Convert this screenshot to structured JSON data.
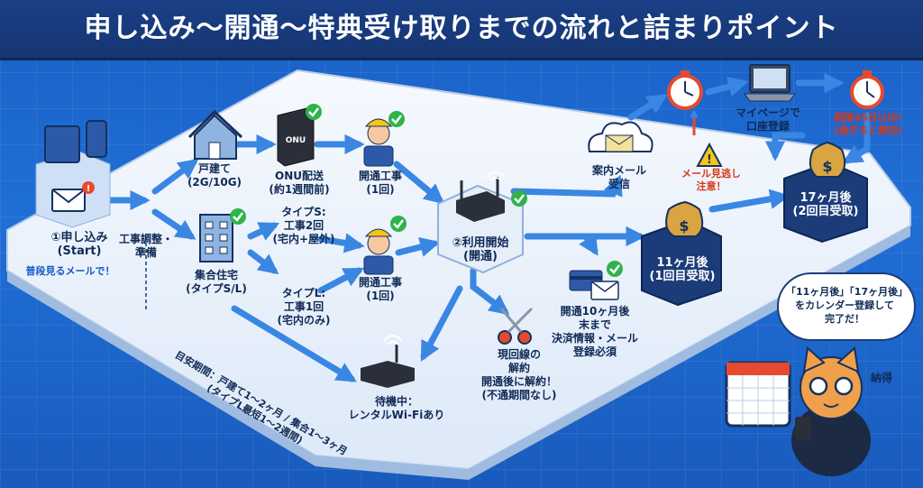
{
  "title": "申し込み〜開通〜特典受け取りまでの流れと詰まりポイント",
  "nodes": {
    "start": {
      "line1": "①申し込み",
      "line2": "(Start)",
      "note": "普段見るメールで！"
    },
    "prep": {
      "line1": "工事調整・",
      "line2": "準備"
    },
    "house": {
      "line1": "戸建て",
      "line2": "(2G/10G)"
    },
    "onu": {
      "device": "ONU",
      "line1": "ONU配送",
      "line2": "(約1週間前)"
    },
    "work_house": {
      "line1": "開通工事",
      "line2": "(1回)"
    },
    "apartment": {
      "line1": "集合住宅",
      "line2": "(タイプS/L)"
    },
    "type_s": {
      "line1": "タイプS:",
      "line2": "工事2回",
      "line3": "(宅内+屋外)"
    },
    "type_l": {
      "line1": "タイプL:",
      "line2": "工事1回",
      "line3": "(宅内のみ)"
    },
    "work_apt": {
      "line1": "開通工事",
      "line2": "(1回)"
    },
    "use_start": {
      "line1": "②利用開始",
      "line2": "(開通)"
    },
    "waiting": {
      "line1": "待機中：",
      "line2": "レンタルWi-Fiあり"
    },
    "cancel": {
      "line1": "現回線の",
      "line2": "解約",
      "line3": "開通後に解約！",
      "line4": "(不通期間なし)"
    },
    "payment": {
      "line1": "開通10ヶ月後",
      "line2": "末まで",
      "line3": "決済情報・メール",
      "line4": "登録必須"
    },
    "mail": {
      "line1": "案内メール",
      "line2": "受信"
    },
    "warning": {
      "line1": "メール見逃し",
      "line2": "注意！"
    },
    "mypage": {
      "line1": "マイページで",
      "line2": "口座登録"
    },
    "deadline": {
      "line1": "期限45日以内!",
      "line2": "(過ぎると無効)"
    },
    "month11": {
      "line1": "11ヶ月後",
      "line2": "(1回目受取)"
    },
    "month17": {
      "line1": "17ヶ月後",
      "line2": "(2回目受取)"
    }
  },
  "timeline": {
    "line1": "目安期間：戸建て1〜2ヶ月 / 集合1〜3ヶ月",
    "line2": "(タイプL最短1〜2週間)"
  },
  "bubble": {
    "line1": "「11ヶ月後」「17ヶ月後」",
    "line2": "をカレンダー登録して",
    "line3": "完了だ！"
  },
  "mascot_label": "納得",
  "colors": {
    "background": "#1f6fd6",
    "title_bar": "#163673",
    "platform": "#eef4fd",
    "arrow": "#3a86e3",
    "money_badge": "#1c3c79",
    "check": "#2fb34a",
    "warning": "#f5c518",
    "alert_text": "#d8371a"
  }
}
